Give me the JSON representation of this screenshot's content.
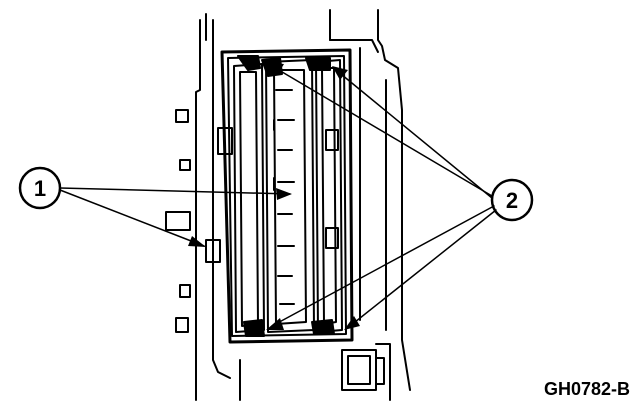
{
  "callouts": {
    "one": {
      "label": "1"
    },
    "two": {
      "label": "2"
    }
  },
  "figure_id": "GH0782-B",
  "colors": {
    "ink": "#000000",
    "paper": "#ffffff"
  }
}
